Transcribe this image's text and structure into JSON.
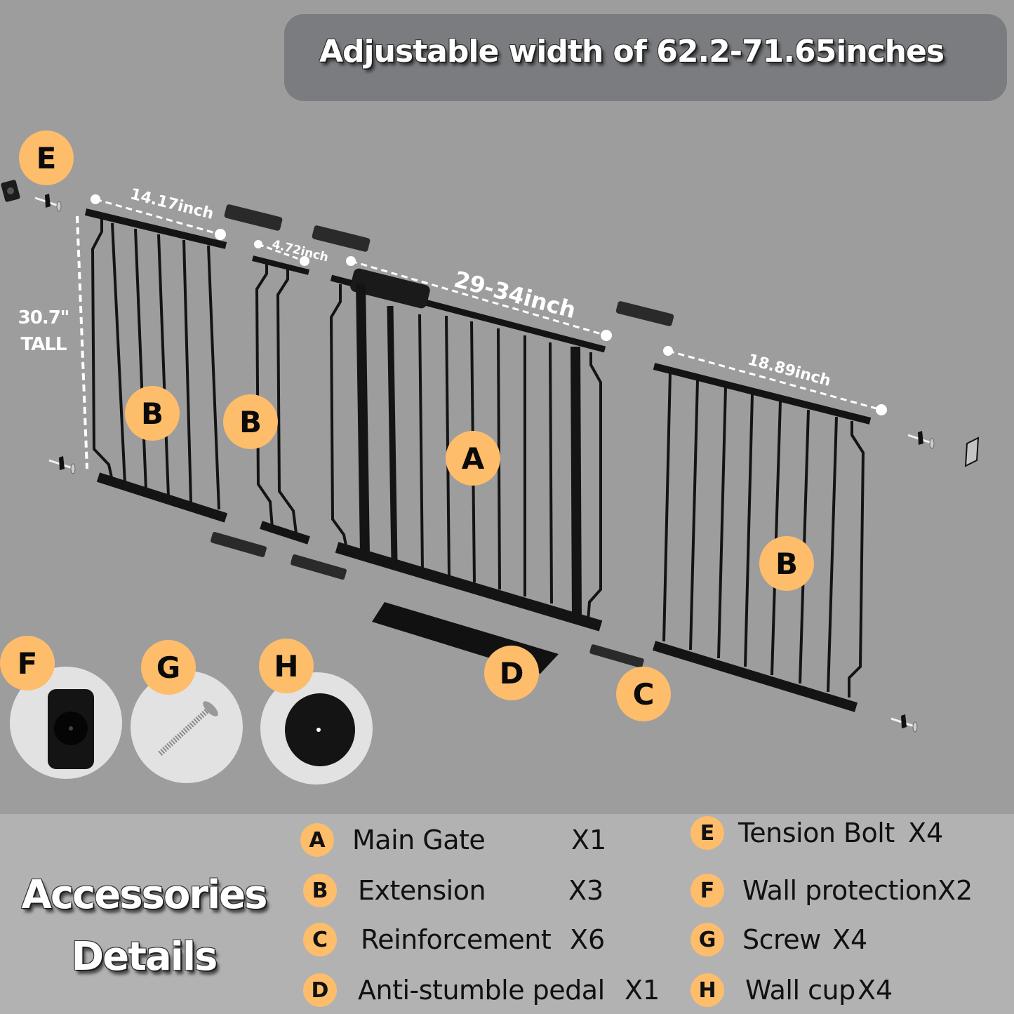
{
  "header": {
    "title": "Adjustable width of 62.2-71.65inches"
  },
  "dimensions": {
    "height": "30.7\"",
    "height_unit": "TALL",
    "extension_large": "14.17inch",
    "extension_small": "4.72inch",
    "main_gate": "29-34inch",
    "extension_right": "18.89inch"
  },
  "diagram_labels": {
    "tension_bolt": "E",
    "extension_left": "B",
    "extension_mid": "B",
    "main_gate": "A",
    "extension_right": "B",
    "pedal": "D",
    "reinforcement": "C",
    "wall_protection": "F",
    "screw": "G",
    "wall_cup": "H"
  },
  "accessories": {
    "title_line1": "Accessories",
    "title_line2": "Details",
    "items": [
      {
        "letter": "A",
        "name": "Main Gate",
        "qty": "X1"
      },
      {
        "letter": "B",
        "name": "Extension",
        "qty": "X3"
      },
      {
        "letter": "C",
        "name": "Reinforcement",
        "qty": "X6"
      },
      {
        "letter": "D",
        "name": "Anti-stumble pedal",
        "qty": "X1"
      },
      {
        "letter": "E",
        "name": "Tension Bolt",
        "qty": "X4"
      },
      {
        "letter": "F",
        "name": "Wall protection",
        "qty": "X2"
      },
      {
        "letter": "G",
        "name": "Screw",
        "qty": "X4"
      },
      {
        "letter": "H",
        "name": "Wall cup",
        "qty": "X4"
      }
    ]
  },
  "colors": {
    "background": "#9d9d9d",
    "title_box": "#7b7c80",
    "badge": "#fdbd6b",
    "legend_bg": "#b2b2b2",
    "gate_metal": "#1a1a1a"
  }
}
